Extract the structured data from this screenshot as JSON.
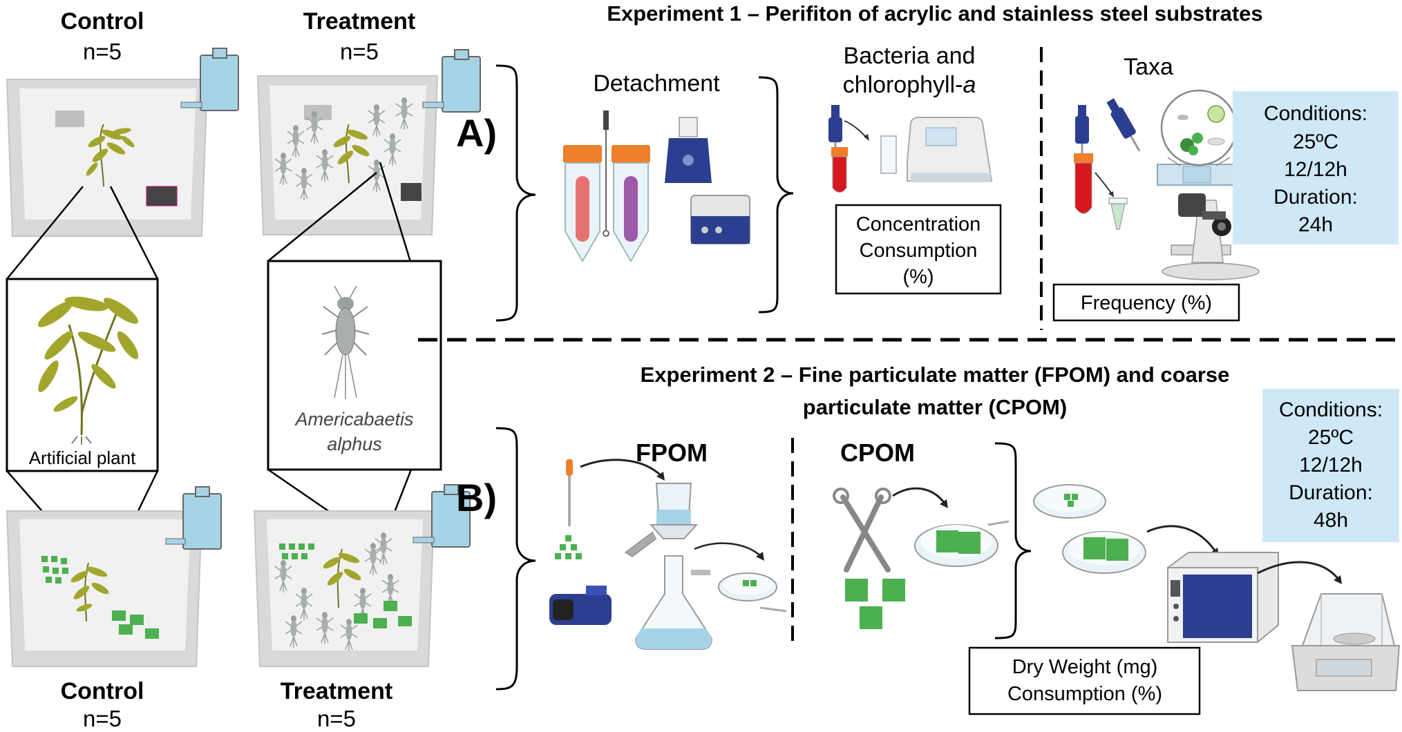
{
  "colors": {
    "tank": "#e4e4e4",
    "tank_edge": "#bdbdbd",
    "reservoir": "#a7d3e6",
    "plant": "#a3a62d",
    "plant_dark": "#6e7320",
    "square_green": "#4caf50",
    "condition_box": "#cfe8f7",
    "tube_cap": "#ef7f2a",
    "blood_red": "#d7181e",
    "device_blue": "#2c3e8f",
    "insect": "#9aa0a0"
  },
  "left_panel": {
    "control_top_label": "Control",
    "control_top_n": "n=5",
    "treatment_top_label": "Treatment",
    "treatment_top_n": "n=5",
    "control_bottom_label": "Control",
    "control_bottom_n": "n=5",
    "treatment_bottom_label": "Treatment",
    "treatment_bottom_n": "n=5",
    "plant_caption": "Artificial plant",
    "species_line1": "Americabaetis",
    "species_line2": "alphus"
  },
  "experiment1": {
    "panel_label": "A)",
    "title": "Experiment 1 – Perifiton of acrylic and stainless steel substrates",
    "detachment": "Detachment",
    "bacteria_line1": "Bacteria and",
    "bacteria_line2": "chlorophyll-",
    "bacteria_italic": "a",
    "result_line1": "Concentration",
    "result_line2": "Consumption",
    "result_line3": "(%)",
    "taxa": "Taxa",
    "frequency": "Frequency (%)",
    "conditions": {
      "line1": "Conditions:",
      "line2": "25ºC",
      "line3": "12/12h",
      "line4": "Duration:",
      "line5": "24h"
    }
  },
  "experiment2": {
    "panel_label": "B)",
    "title_line1": "Experiment 2 – Fine particulate matter (FPOM) and coarse",
    "title_line2": "particulate matter (CPOM)",
    "fpom": "FPOM",
    "cpom": "CPOM",
    "result_line1": "Dry Weight (mg)",
    "result_line2": "Consumption (%)",
    "conditions": {
      "line1": "Conditions:",
      "line2": "25ºC",
      "line3": "12/12h",
      "line4": "Duration:",
      "line5": "48h"
    }
  }
}
